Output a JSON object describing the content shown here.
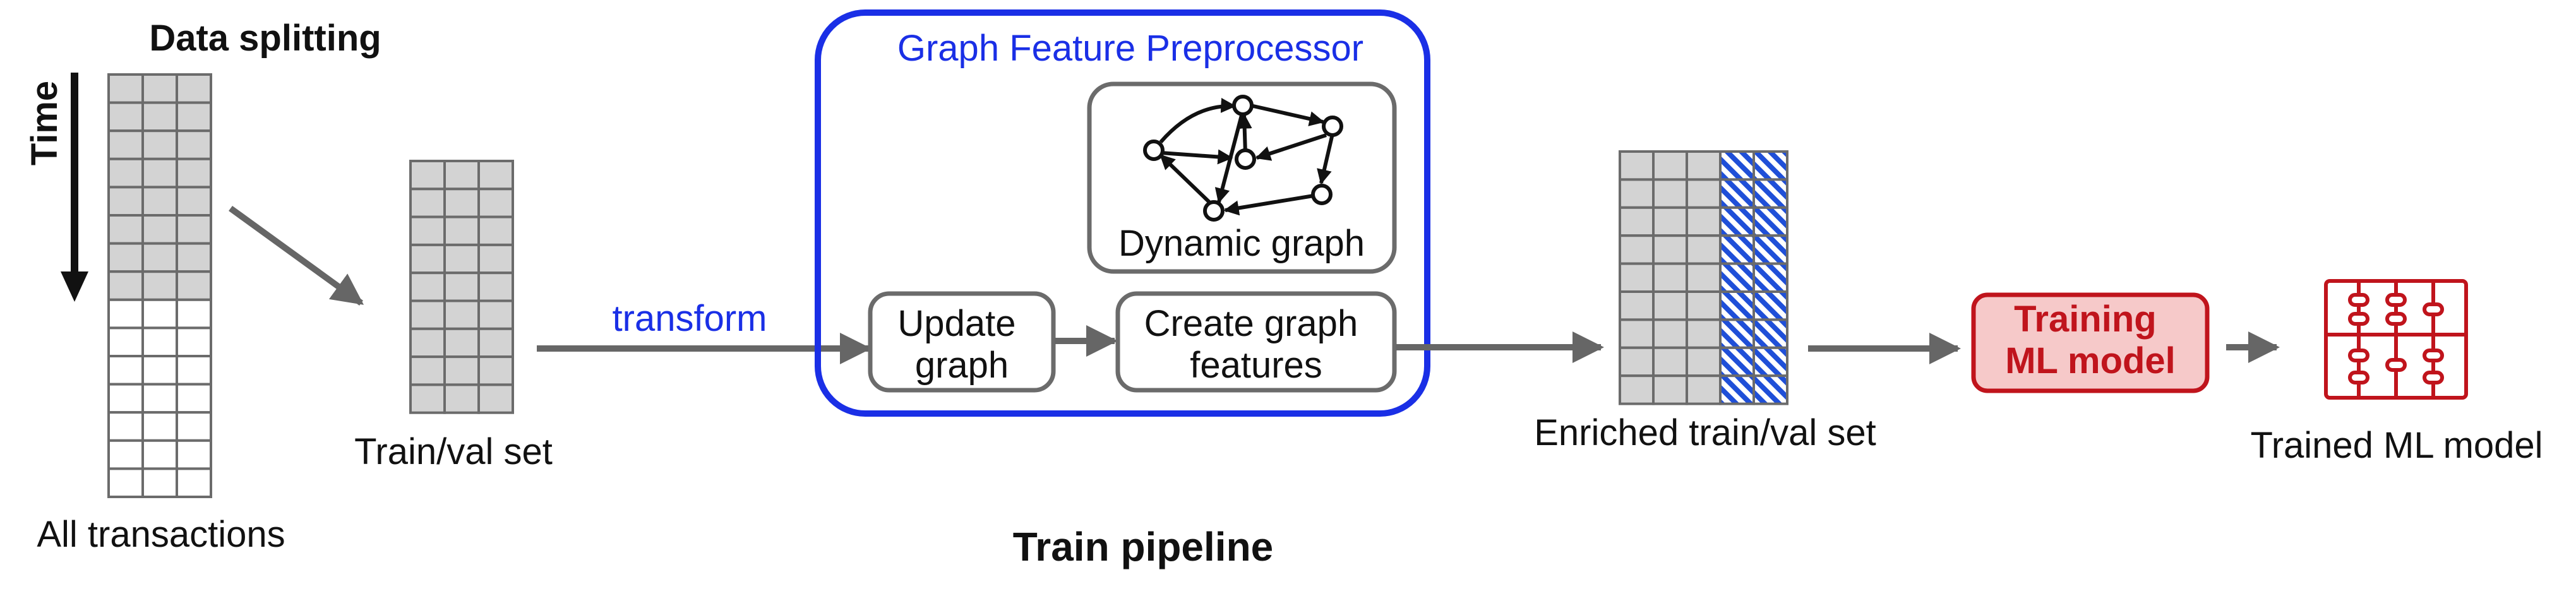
{
  "labels": {
    "data_splitting": "Data splitting",
    "time": "Time",
    "all_transactions": "All transactions",
    "train_val_set": "Train/val set",
    "transform": "transform",
    "preprocessor_title": "Graph Feature Preprocessor",
    "dynamic_graph": "Dynamic graph",
    "update_graph": [
      "Update",
      "graph"
    ],
    "create_graph_features": [
      "Create graph",
      "features"
    ],
    "enriched_set": "Enriched train/val set",
    "training_ml_model": [
      "Training",
      "ML model"
    ],
    "trained_ml_model": "Trained ML model",
    "train_pipeline": "Train pipeline"
  },
  "colors": {
    "arrow_gray": "#666666",
    "cell_fill": "#d3d3d3",
    "cell_stroke": "#6b6b6b",
    "preprocessor_blue": "#1a2fe6",
    "transform_blue": "#1a2fe6",
    "training_red": "#c0141c",
    "training_fill": "#f6c9c9",
    "hatch_blue": "#1f4fd8"
  },
  "icons": [
    "time-arrow-icon",
    "dynamic-graph-icon",
    "ml-model-icon"
  ]
}
